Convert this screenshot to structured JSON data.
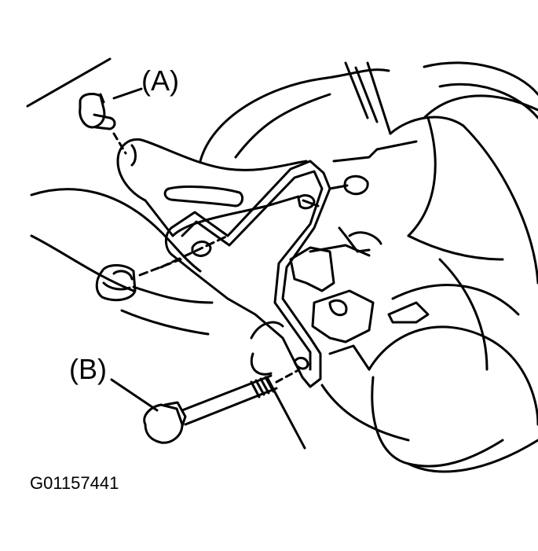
{
  "diagram": {
    "callouts": {
      "a": "(A)",
      "b": "(B)"
    },
    "figure_id": "G01157441",
    "line_color": "#000000",
    "background": "#ffffff"
  }
}
